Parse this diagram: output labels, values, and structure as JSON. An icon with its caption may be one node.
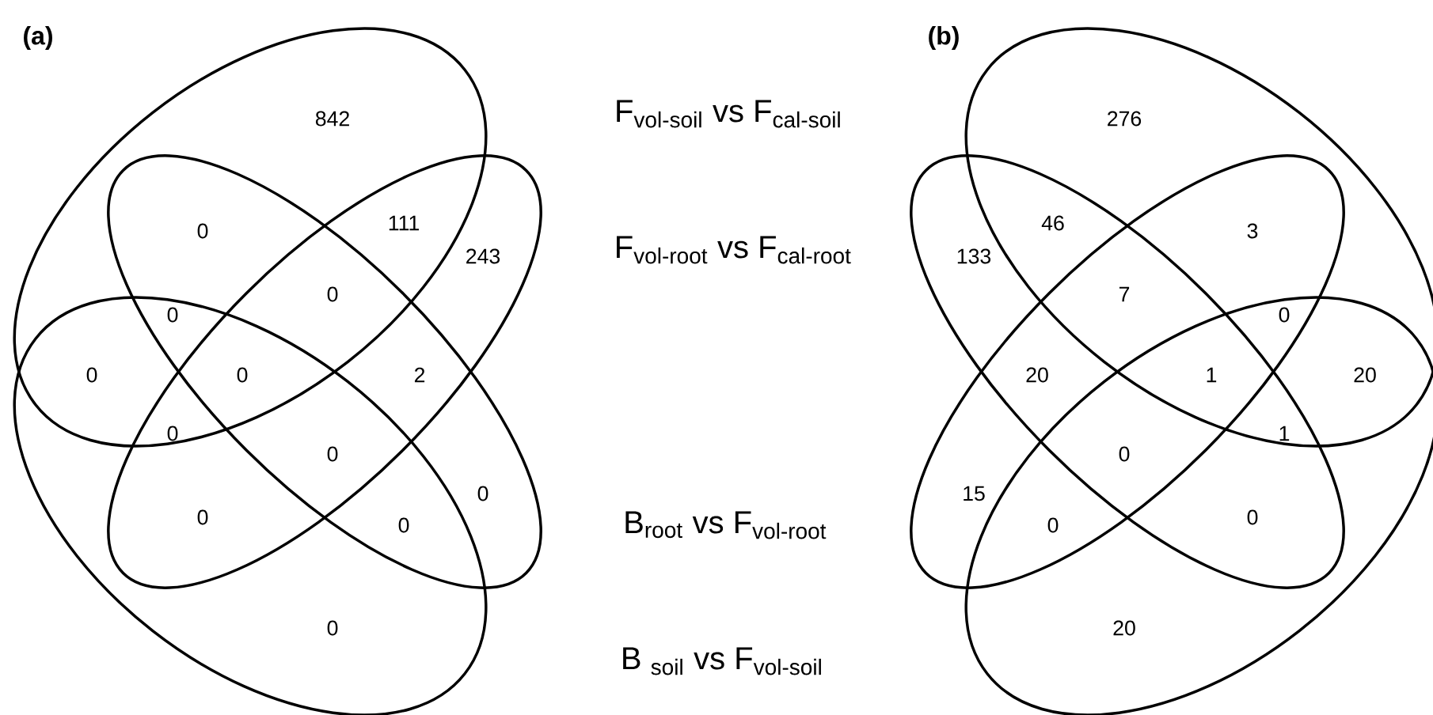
{
  "diagram": {
    "labels": [
      "(a)",
      "842",
      "0",
      "111",
      "243",
      "0",
      "0",
      "0",
      "0",
      "2",
      "0",
      "0",
      "0",
      "0",
      "0",
      "0",
      "F$_{vol-soil}$ vs F$_{cal-soil}$",
      "F$_{vol-root}$ vs F$_{cal-root}$",
      "B$_{root}$ vs F$_{vol-root}$",
      "B $_{soil}$ vs F$_{vol-soil}$",
      "(b)",
      "276",
      "46",
      "3",
      "133",
      "7",
      "0",
      "20",
      "1",
      "20",
      "1",
      "0",
      "15",
      "0",
      "0",
      "20"
    ]
  }
}
